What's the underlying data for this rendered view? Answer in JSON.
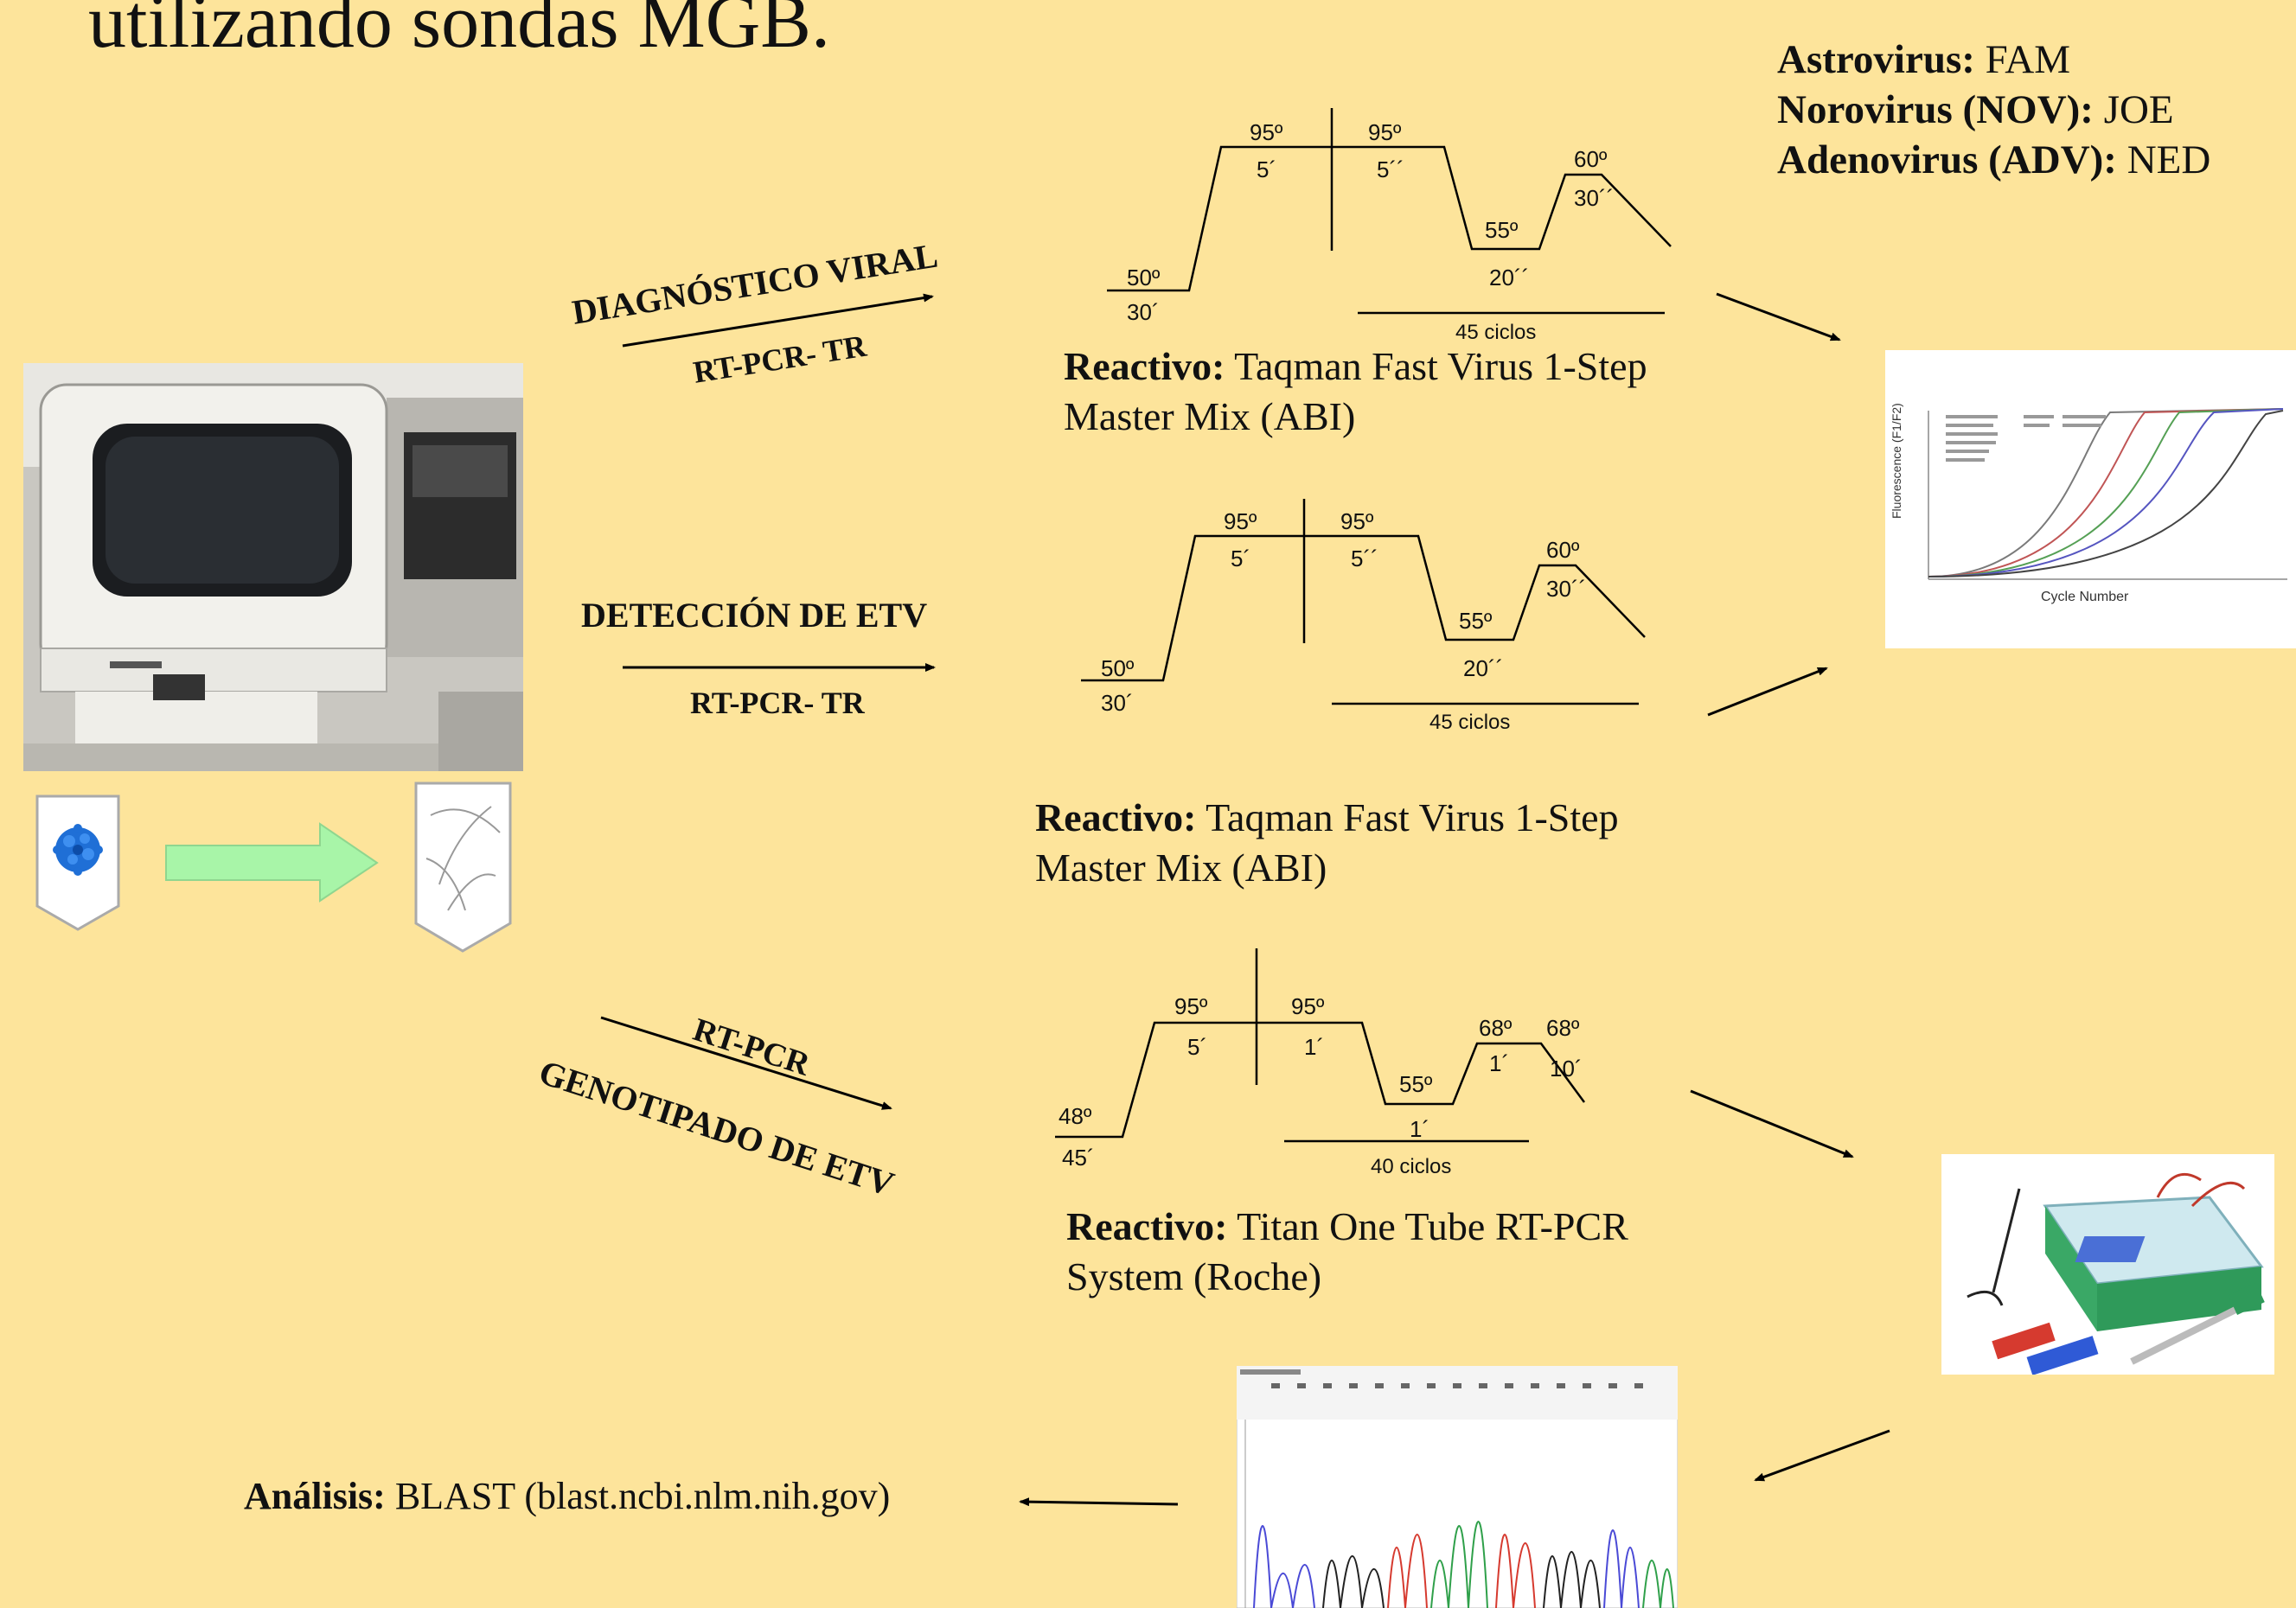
{
  "title": "utilizando sondas MGB.",
  "legend": [
    {
      "label": "Astrovirus:",
      "dye": "FAM"
    },
    {
      "label": "Norovirus (NOV):",
      "dye": "JOE"
    },
    {
      "label": "Adenovirus (ADV):",
      "dye": "NED"
    }
  ],
  "routes": {
    "r1_top": "DIAGNÓSTICO VIRAL",
    "r1_bottom": "RT-PCR- TR",
    "r2_top": "DETECCIÓN DE ETV",
    "r2_bottom": "RT-PCR- TR",
    "r3_top": "RT-PCR",
    "r3_bottom": "GENOTIPADO DE ETV"
  },
  "profiles": [
    {
      "labels": [
        "50º",
        "30´",
        "95º",
        "5´",
        "95º",
        "5´´",
        "55º",
        "20´´",
        "60º",
        "30´´",
        "45 ciclos"
      ]
    },
    {
      "labels": [
        "50º",
        "30´",
        "95º",
        "5´",
        "95º",
        "5´´",
        "55º",
        "20´´",
        "60º",
        "30´´",
        "45 ciclos"
      ]
    },
    {
      "labels": [
        "48º",
        "45´",
        "95º",
        "5´",
        "95º",
        "1´",
        "55º",
        "1´",
        "68º",
        "1´",
        "68º",
        "10´",
        "40 ciclos"
      ]
    }
  ],
  "reagents": [
    {
      "label": "Reactivo:",
      "text": "Taqman Fast Virus 1-Step Master Mix (ABI)"
    },
    {
      "label": "Reactivo:",
      "text": "Taqman Fast Virus 1-Step Master Mix (ABI)"
    },
    {
      "label": "Reactivo:",
      "text": "Titan One Tube RT-PCR System (Roche)"
    }
  ],
  "amplification_plot": {
    "ylabel": "Fluorescence (F1/F2)",
    "xlabel": "Cycle Number"
  },
  "analysis": {
    "label": "Análisis:",
    "text": "BLAST (blast.ncbi.nlm.nih.gov)"
  },
  "colors": {
    "background": "#fde49b",
    "arrow_fill": "#a8f5a8",
    "virus": "#1f6fd6"
  }
}
